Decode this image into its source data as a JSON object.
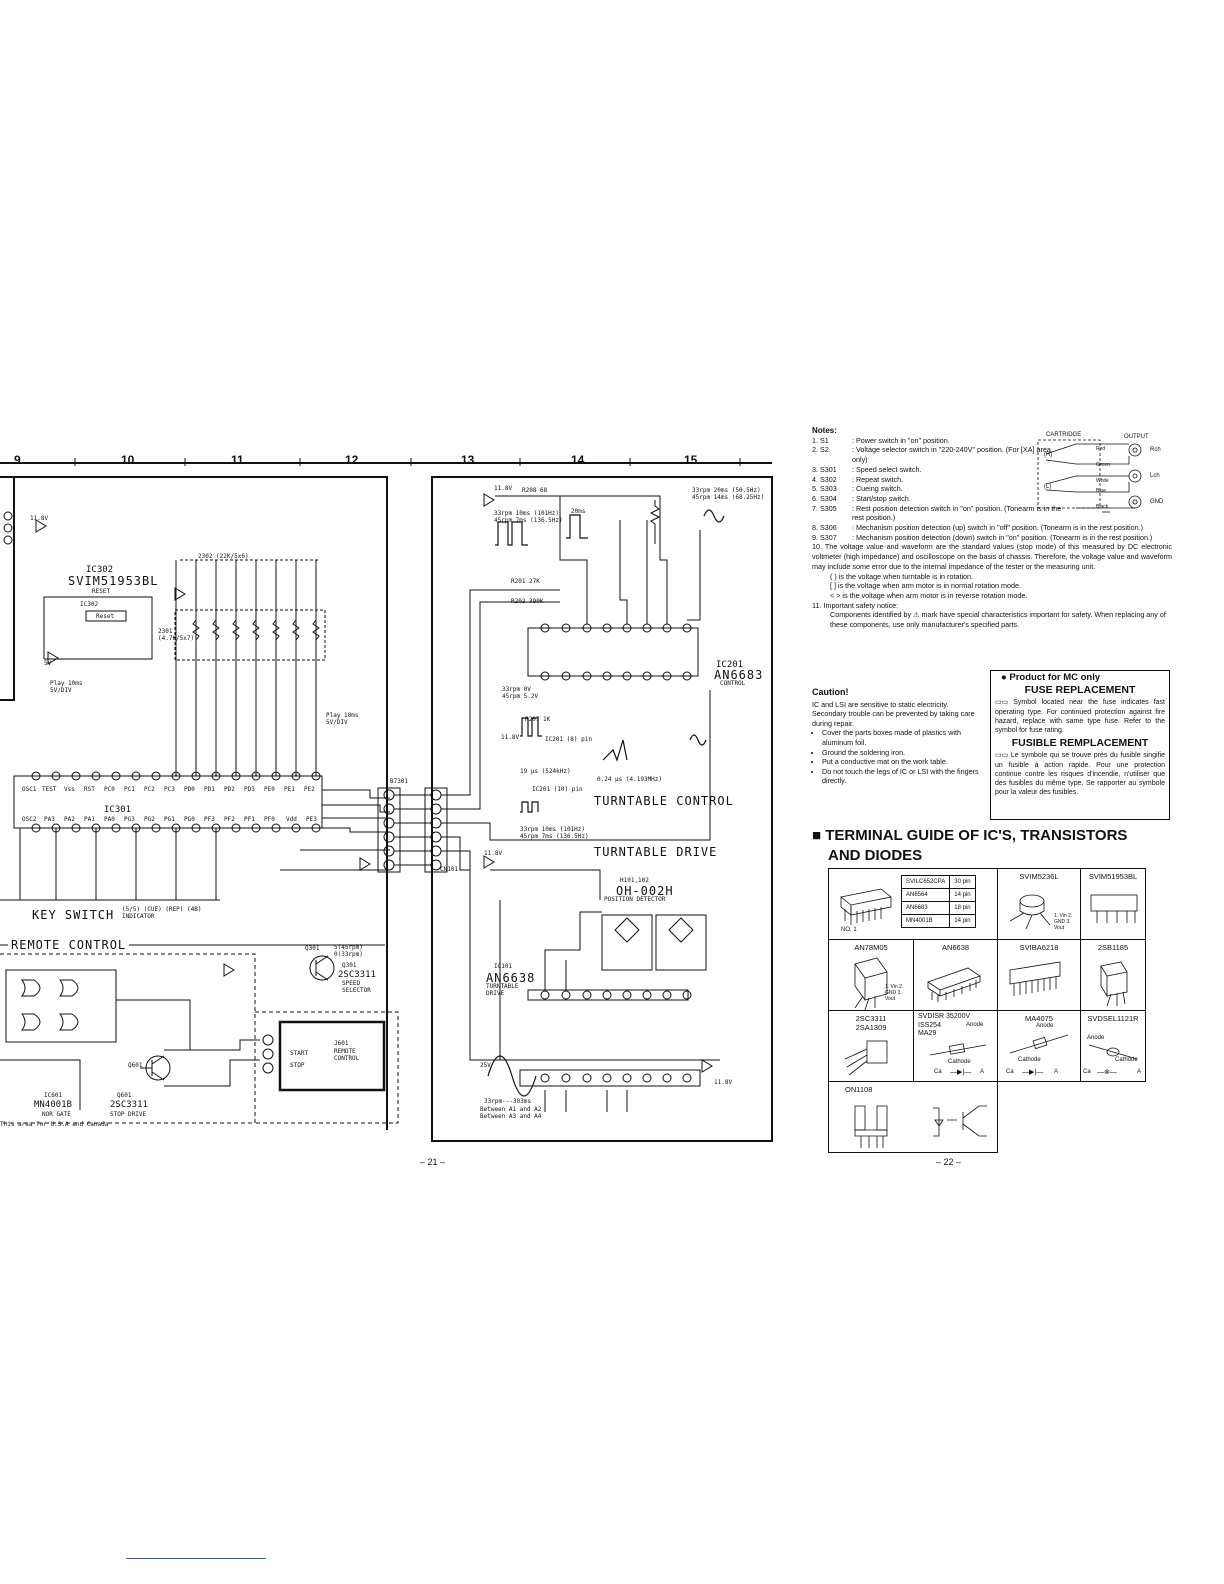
{
  "column_numbers": [
    "9",
    "10",
    "11",
    "12",
    "13",
    "14",
    "15"
  ],
  "schematic": {
    "supply_11_8v": "11.8V",
    "supply_5v": "5V",
    "ic302_label": "IC302",
    "ic302_part": "SVIM51953BL",
    "ic302_sub": "RESET",
    "ic302_box_title": "IC302",
    "ic302_reset": "Reset",
    "r2302": "2302 (22K/5x6)",
    "r2301": "2301 (4.7K/5x7)",
    "play_wave": "Play 10ms 5V/DIV",
    "play_wave2": "Play 10ms 5V/DIV",
    "ic301_label": "IC301",
    "ic301_top_pins": [
      "OSC1",
      "TEST",
      "Vss",
      "RST",
      "PC0",
      "PC1",
      "PC2",
      "PC3",
      "PD0",
      "PD1",
      "PD2",
      "PD3",
      "PE0",
      "PE1",
      "PE2"
    ],
    "ic301_bottom_pins": [
      "OSC2",
      "PA3",
      "PA2",
      "PA1",
      "PA0",
      "PG3",
      "PG2",
      "PG1",
      "PG0",
      "PF3",
      "PF2",
      "PF1",
      "PF0",
      "Vdd",
      "PE3"
    ],
    "key_switch": "KEY SWITCH",
    "indicator": "(5/5) (CUE) (REP) (4B) INDICATOR",
    "remote_control": "REMOTE CONTROL",
    "ic601_label": "IC601",
    "ic601_part": "MN4001B",
    "ic601_sub": "NOR GATE",
    "q601_label": "Q601",
    "q601_part": "2SC3311",
    "q601_sub": "STOP DRIVE",
    "note_usa": "This area for U.S.A and Canada",
    "q301_label": "Q301",
    "q301_part": "2SC3311",
    "q301_sub": "SPEED SELECTOR",
    "q301_speed": "5(45rpm) 0(33rpm)",
    "j601_label": "J601",
    "j601_sub": "REMOTE CONTROL",
    "start": "START",
    "stop": "STOP",
    "cn301": "B7301",
    "cn101": "CN101",
    "turntable_control": "TURNTABLE CONTROL",
    "ic201_label": "IC201",
    "ic201_part": "AN6683",
    "ic201_sub": "CONTROL",
    "turntable_drive": "TURNTABLE DRIVE",
    "h101_label": "H101,102",
    "h101_part": "OH-002H",
    "h101_sub": "POSITION DETECTOR",
    "ic101_label": "IC101",
    "ic101_part": "AN6638",
    "ic101_sub": "TURNTABLE DRIVE",
    "r208": "R208 68",
    "r201": "R201 27K",
    "r202": "R202 390K",
    "r207": "R207 1K",
    "wave_33_45": "33rpm 10ms (101Hz) 45rpm 7ms (136.5Hz)",
    "wave_20ms": "20ms",
    "wave_33_20": "33rpm 20ms (50.5Hz) 45rpm 14ms (68.25Hz)",
    "wave_ic201_1": "IC201 (8) pin",
    "wave_ic201_2": "IC201 (10) pin",
    "wave_19us": "19 µs (524kHz)",
    "wave_024": "0.24 µs (4.193MHz)",
    "wave_33_303": "33rpm---303ms",
    "between_a1a2": "Between A1 and A2",
    "between_a3a4": "Between A3 and A4",
    "rpm33_045": "33rpm 0V 45rpm 5.2V",
    "v25": "25V"
  },
  "notes": {
    "title": "Notes:",
    "items": [
      {
        "k": "1.  S1",
        "t": ": Power switch in \"on\" position."
      },
      {
        "k": "2.  S2",
        "t": ": Voltage selector switch in \"220-240V\" position. (For [XA] area only)"
      },
      {
        "k": "3.  S301",
        "t": ": Speed select switch."
      },
      {
        "k": "4.  S302",
        "t": ": Repeat switch."
      },
      {
        "k": "5.  S303",
        "t": ": Cueing switch."
      },
      {
        "k": "6.  S304",
        "t": ": Start/stop switch."
      },
      {
        "k": "7.  S305",
        "t": ": Rest position detection switch in \"on\" position. (Tonearm is in the rest position.)"
      },
      {
        "k": "8.  S306",
        "t": ": Mechanism position detection (up) switch in \"off\" position. (Tonearm is in the rest position.)"
      },
      {
        "k": "9.  S307",
        "t": ": Mechanism position detection (down) switch in \"on\" position. (Tonearm is in the rest position.)"
      }
    ],
    "item10": "10. The voltage value and waveform are the standard values (stop mode) of this measured by DC electronic voltmeter (high impedance) and oscilloscope on the basis of chassis. Therefore, the voltage value and waveform may include some error due to the internal impedance of the tester or the measuring unit.",
    "item10a": "( ) is the voltage when turntable is in rotation.",
    "item10b": "[ ] is the voltage when arm motor is in normal rotation mode.",
    "item10c": "< > is the voltage when arm motor is in reverse rotation mode.",
    "item11": "11. Important safety notice:",
    "item11b": "Components identified by ⚠ mark have special characteristics important for safety. When replacing any of these components, use only manufacturer's specified parts."
  },
  "cartridge": {
    "cartridge": "CARTRIDGE",
    "output": "OUTPUT",
    "r": "(R)",
    "l": "(L)",
    "red": "Red",
    "green": "Green",
    "white": "White",
    "blue": "Blue",
    "black": "Black",
    "rch": "Rch",
    "lch": "Lch",
    "gnd": "GND"
  },
  "caution": {
    "title": "Caution!",
    "intro": "IC and LSI are sensitive to static electricity. Secondary trouble can be prevented by taking care during repair.",
    "items": [
      "Cover the parts boxes made of plastics with aluminum foil.",
      "Ground the soldering iron.",
      "Put a conductive mat on the work table.",
      "Do not touch the legs of IC or LSI with the fingers directly."
    ]
  },
  "fuse": {
    "product": "● Product for MC only",
    "title_en": "FUSE REPLACEMENT",
    "text_en": "Symbol located near the fuse indicates fast operating type. For continued protection against fire hazard, replace with same type fuse. Refer to the symbol for fuse rating.",
    "title_fr": "FUSIBLE REMPLACEMENT",
    "text_fr": "Le symbole qui se trouve près du fusible singifie un fusible à action rapide. Pour une protection continue contre les risques d'incendie, n'utiliser que des fusibles du même type. Se rapporter au symbole pour la valeur des fusibles."
  },
  "terminal_guide": {
    "title_line1": "■ TERMINAL GUIDE OF IC'S, TRANSISTORS",
    "title_line2": "AND DIODES",
    "ic_table": [
      {
        "part": "SVILC652CPA",
        "pins": "30 pin"
      },
      {
        "part": "AN6564",
        "pins": "14 pin"
      },
      {
        "part": "AN6683",
        "pins": "18 pin"
      },
      {
        "part": "MN4001B",
        "pins": "14 pin"
      }
    ],
    "no1": "NO. 1",
    "cells": {
      "svim5236l": "SVIM5236L",
      "svim51953bl": "SVIM51953BL",
      "an78m05": "AN78M05",
      "an6638": "AN6638",
      "sviba6218": "SVIBA6218",
      "b2sb1185": "2SB1185",
      "c2sc3311": "2SC3311",
      "a2sa1309": "2SA1309",
      "svdisr": "SVDISR 35200V",
      "iss254": "ISS254",
      "ma29": "MA29",
      "ma4075": "MA4075",
      "svdsel": "SVDSEL1121R",
      "on1108": "ON1108"
    },
    "pins_vreg": "1. Vin  2. GND  3. Vout",
    "anode": "Anode",
    "cathode": "Cathode",
    "ca": "Ca",
    "a": "A"
  },
  "page_numbers": {
    "left": "– 21 –",
    "right": "– 22 –"
  }
}
